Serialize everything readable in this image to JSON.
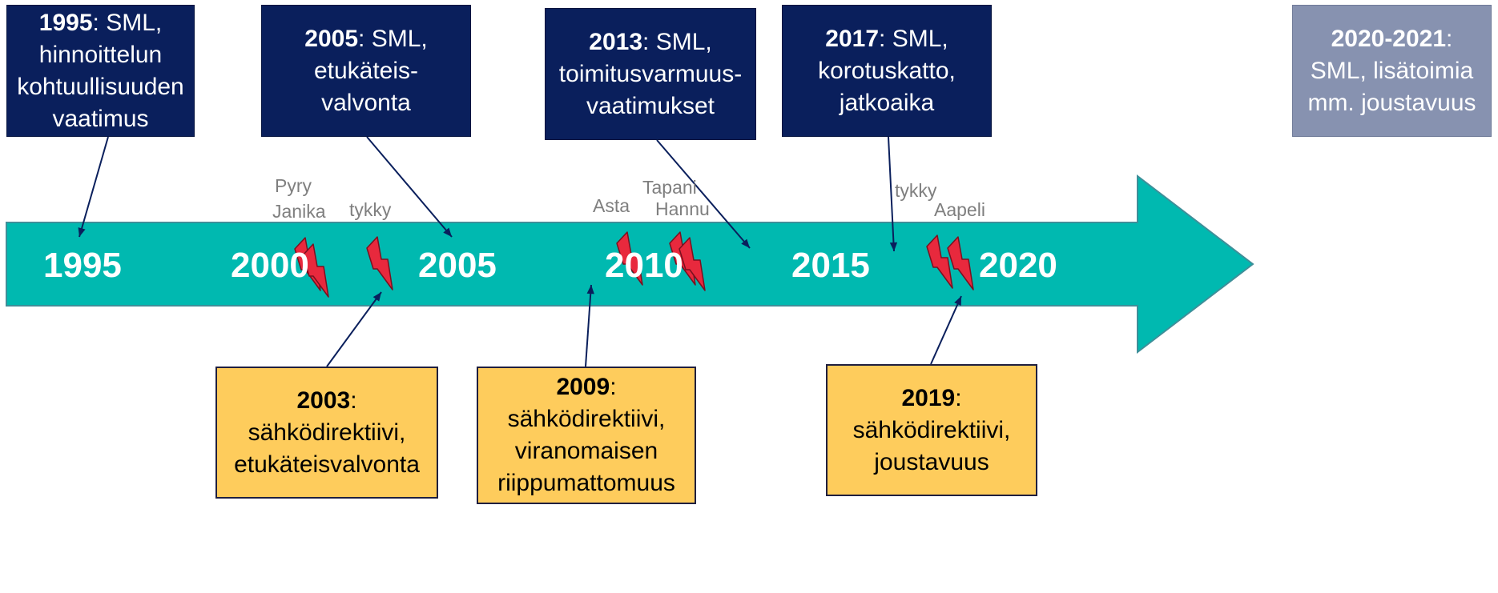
{
  "colors": {
    "arrow": "#00b9b0",
    "top_box": "#0a1f5c",
    "future_box": "#8792b0",
    "bottom_box": "#fecc5c",
    "lightning": "#e8293d",
    "connector": "#0a1f5c",
    "storm_label": "#7f7f7f"
  },
  "timeline": {
    "years": [
      "1995",
      "2000",
      "2005",
      "2010",
      "2015",
      "2020"
    ]
  },
  "top_events": [
    {
      "year": "1995",
      "text_line1": "SML,",
      "text_rest": [
        "hinnoittelun",
        "kohtuullisuuden",
        "vaatimus"
      ]
    },
    {
      "year": "2005",
      "text_line1": "SML,",
      "text_rest": [
        "etukäteis-",
        "valvonta"
      ]
    },
    {
      "year": "2013",
      "text_line1": "SML,",
      "text_rest": [
        "toimitusvarmuus-",
        "vaatimukset"
      ]
    },
    {
      "year": "2017",
      "text_line1": "SML,",
      "text_rest": [
        "korotuskatto,",
        "jatkoaika"
      ]
    },
    {
      "year": "2020-2021",
      "text_line1": "",
      "text_rest": [
        "SML, lisätoimia",
        "mm. joustavuus"
      ]
    }
  ],
  "bottom_events": [
    {
      "year": "2003",
      "text_line1": "",
      "text_rest": [
        "sähködirektiivi,",
        "etukäteisvalvonta"
      ]
    },
    {
      "year": "2009",
      "text_line1": "",
      "text_rest": [
        "sähködirektiivi,",
        "viranomaisen",
        "riippumattomuus"
      ]
    },
    {
      "year": "2019",
      "text_line1": "",
      "text_rest": [
        "sähködirektiivi,",
        "joustavuus"
      ]
    }
  ],
  "storms": [
    {
      "label": "Pyry"
    },
    {
      "label": "Janika"
    },
    {
      "label": "tykky"
    },
    {
      "label": "Asta"
    },
    {
      "label": "Tapani"
    },
    {
      "label": "Hannu"
    },
    {
      "label": "tykky"
    },
    {
      "label": "Aapeli"
    }
  ]
}
